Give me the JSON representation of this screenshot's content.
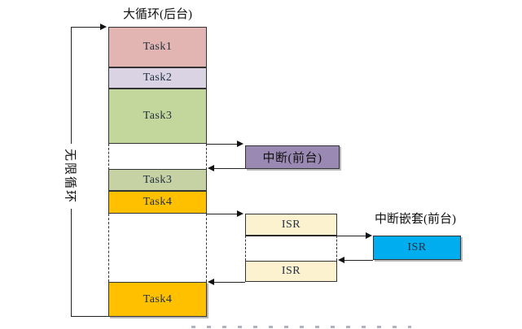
{
  "diagram_title": "大循环(后台)",
  "loop_label": "无限循环",
  "background_tasks": [
    {
      "label": "Task1",
      "color": "#e2b5b3"
    },
    {
      "label": "Task2",
      "color": "#d9d3e3"
    },
    {
      "label": "Task3",
      "color": "#c3d69b"
    },
    {
      "label": "Task3",
      "color": "#c6d1a4"
    },
    {
      "label": "Task4",
      "color": "#ffc000"
    },
    {
      "label": "Task4",
      "color": "#ffc000"
    }
  ],
  "foreground": {
    "interrupt": {
      "label": "中断(前台)",
      "color": "#9a8ab3"
    },
    "isr_first": {
      "label": "ISR",
      "color": "#fdf2d0"
    },
    "isr_second": {
      "label": "ISR",
      "color": "#fdf2d0"
    },
    "nested": {
      "title": "中断嵌套(前台)",
      "label": "ISR",
      "color": "#00adef"
    }
  },
  "line_color": "#222222"
}
